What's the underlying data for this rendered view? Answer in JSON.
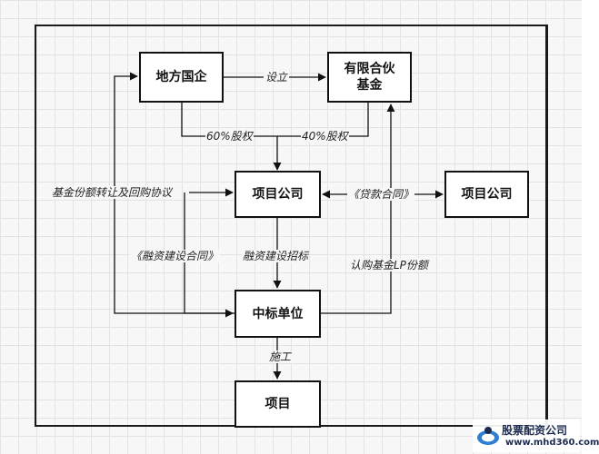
{
  "nodes": {
    "local_soe": "地方国企",
    "fund": "有限合伙\n基金",
    "project_company": "项目公司",
    "project_company_right": "项目公司",
    "winning_bidder": "中标单位",
    "project": "项目"
  },
  "edge_labels": {
    "establish": "设立",
    "equity_60": "60%股权",
    "equity_40": "40%股权",
    "fund_share_agreement": "基金份额转让及回购协议",
    "loan_contract": "《贷款合同》",
    "financing_contract": "《融资建设合同》",
    "financing_bid": "融资建设招标",
    "subscribe_lp": "认购基金LP份额",
    "construction": "施工"
  },
  "watermark": {
    "name": "股票配资公司",
    "url": "www.mhd360.com"
  },
  "colors": {
    "line": "#111111",
    "grid": "#e3e3e3",
    "node_fill": "#ffffff",
    "watermark_text": "#1d2b50",
    "watermark_accent": "#2f7fd1"
  }
}
